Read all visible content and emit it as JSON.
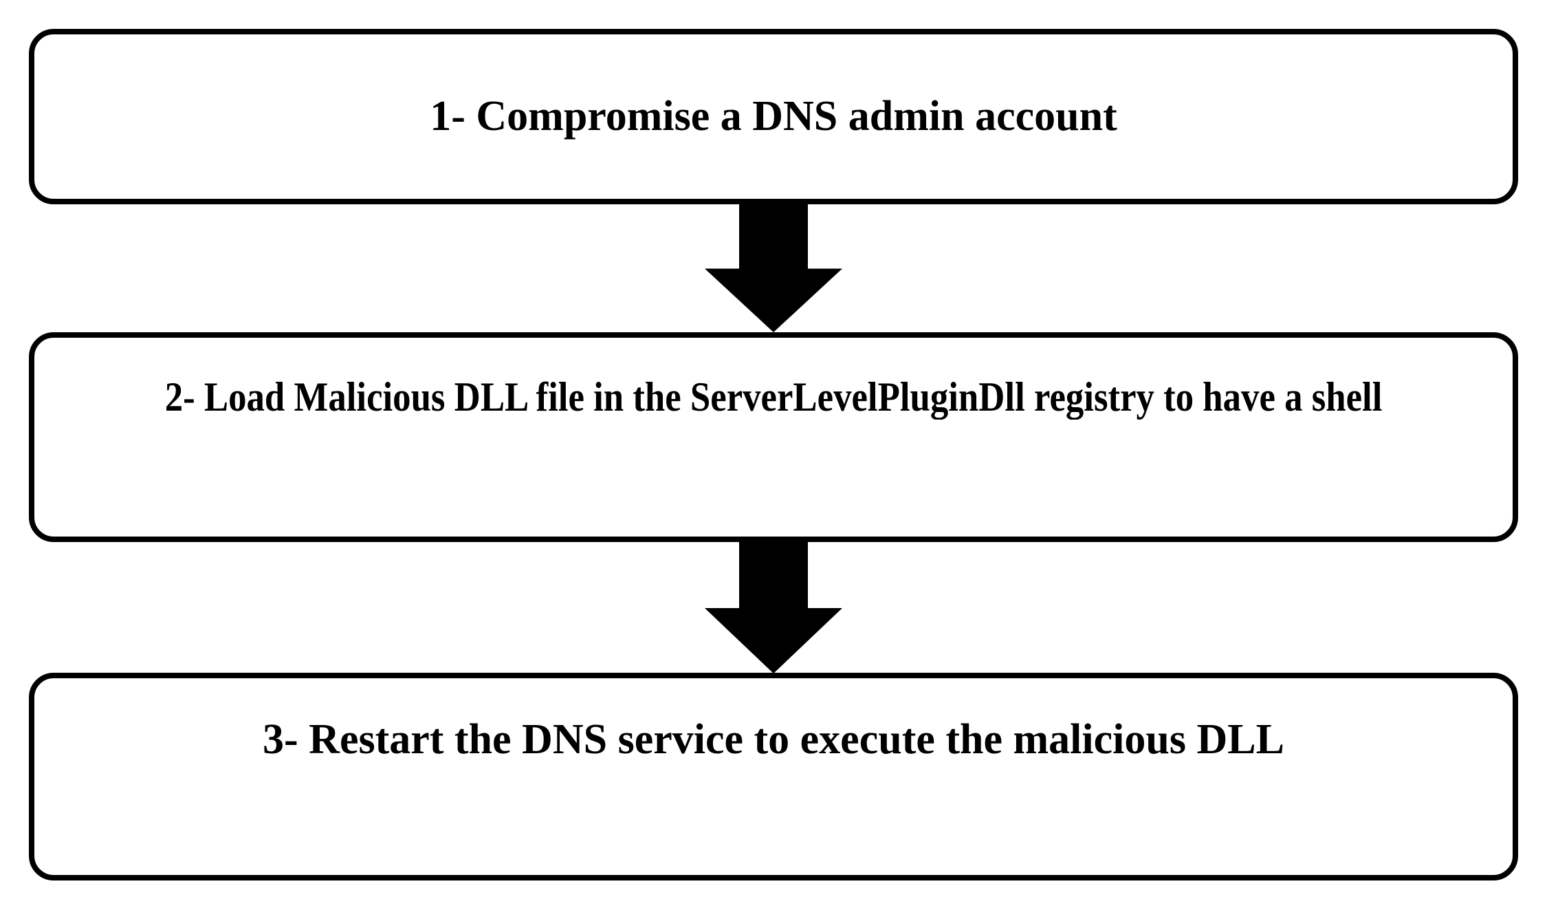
{
  "diagram": {
    "type": "flowchart",
    "direction": "top-down",
    "steps": [
      {
        "id": 1,
        "label": "1- Compromise a DNS admin account"
      },
      {
        "id": 2,
        "label": "2- Load Malicious DLL file in the ServerLevelPluginDll registry to have a shell"
      },
      {
        "id": 3,
        "label": "3- Restart the DNS service to execute the malicious DLL"
      }
    ],
    "connectors": [
      {
        "from": 1,
        "to": 2,
        "shape": "block-arrow-down"
      },
      {
        "from": 2,
        "to": 3,
        "shape": "block-arrow-down"
      }
    ],
    "colors": {
      "background": "#ffffff",
      "box_fill": "#ffffff",
      "box_border": "#000000",
      "text": "#000000",
      "arrow": "#000000"
    }
  }
}
